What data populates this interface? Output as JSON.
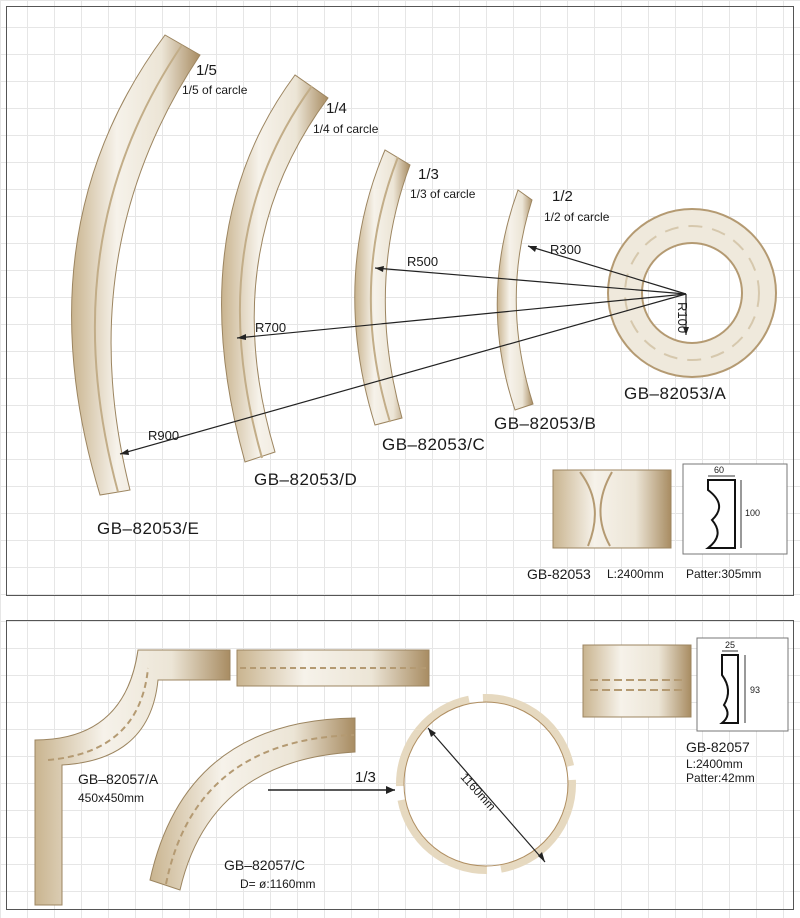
{
  "top_panel": {
    "arcs": [
      {
        "fraction_label": "1/5",
        "fraction_caption": "1/5 of carcle",
        "code": "GB–82053/E",
        "radius_label": "R900"
      },
      {
        "fraction_label": "1/4",
        "fraction_caption": "1/4 of carcle",
        "code": "GB–82053/D",
        "radius_label": "R700"
      },
      {
        "fraction_label": "1/3",
        "fraction_caption": "1/3 of carcle",
        "code": "GB–82053/C",
        "radius_label": "R500"
      },
      {
        "fraction_label": "1/2",
        "fraction_caption": "1/2 of carcle",
        "code": "GB–82053/B",
        "radius_label": "R300"
      }
    ],
    "ring": {
      "code": "GB–82053/A",
      "radius_label": "R100"
    },
    "straight": {
      "code": "GB-82053",
      "length": "L:2400mm",
      "pattern": "Patter:305mm",
      "profile_width": "60",
      "profile_height": "100"
    }
  },
  "bottom_panel": {
    "corner": {
      "code": "GB–82057/A",
      "size": "450x450mm"
    },
    "arc": {
      "code": "GB–82057/C",
      "fraction": "1/3",
      "diameter": "D= ø:1160mm"
    },
    "ring_diameter": "1160mm",
    "straight": {
      "code": "GB-82057",
      "length": "L:2400mm",
      "pattern": "Patter:42mm",
      "profile_width": "25",
      "profile_height": "93"
    }
  },
  "colors": {
    "molding": "#f1ece1",
    "molding_shadow": "#b49a72",
    "line": "#222222",
    "frame": "#555555"
  }
}
